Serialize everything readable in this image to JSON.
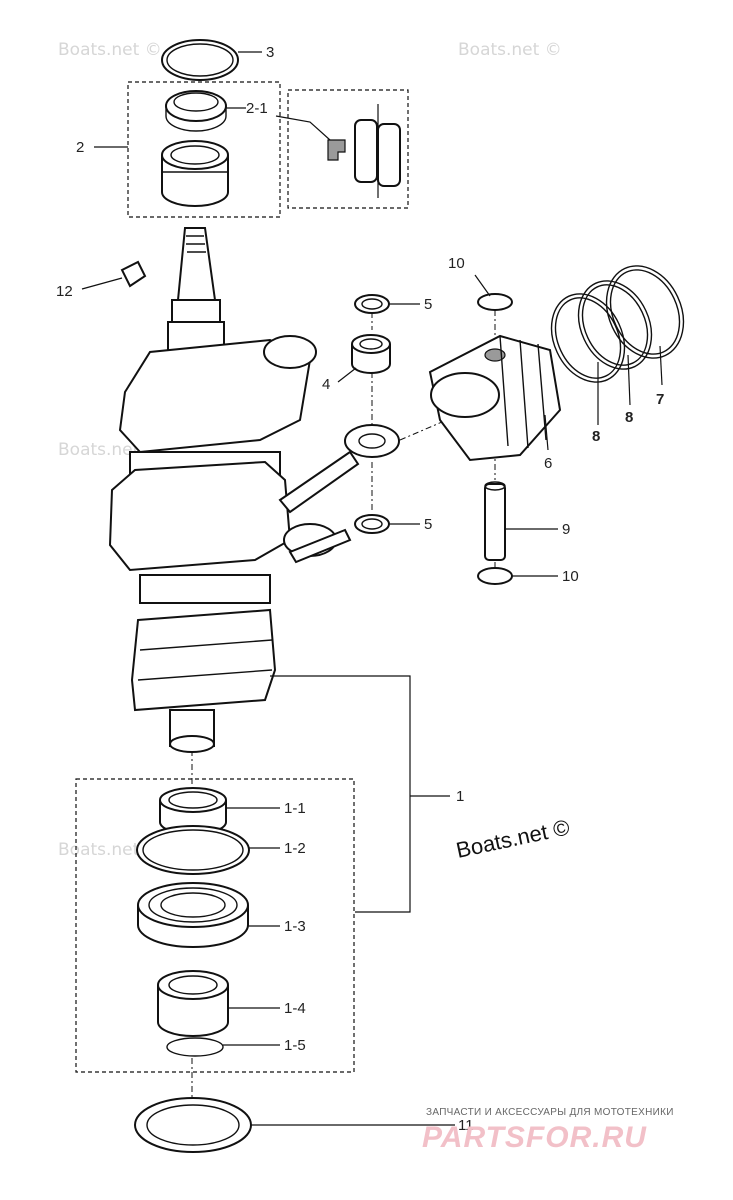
{
  "watermarks": [
    "Boats.net ©",
    "Boats.net ©",
    "Boats.net",
    "Boats.net ©"
  ],
  "brand_mark": "Boats.net ©",
  "shop_tagline": "ЗАПЧАСТИ И АКСЕССУАРЫ ДЛЯ МОТОТЕХНИКИ",
  "shop_logo": "PARTSFOR.RU",
  "callouts": {
    "c1": "1",
    "c1_1": "1-1",
    "c1_2": "1-2",
    "c1_3": "1-3",
    "c1_4": "1-4",
    "c1_5": "1-5",
    "c2": "2",
    "c2_1": "2-1",
    "c3": "3",
    "c4": "4",
    "c5a": "5",
    "c5b": "5",
    "c6": "6",
    "c7": "7",
    "c8a": "8",
    "c8b": "8",
    "c9": "9",
    "c10a": "10",
    "c10b": "10",
    "c11": "11",
    "c12": "12"
  }
}
